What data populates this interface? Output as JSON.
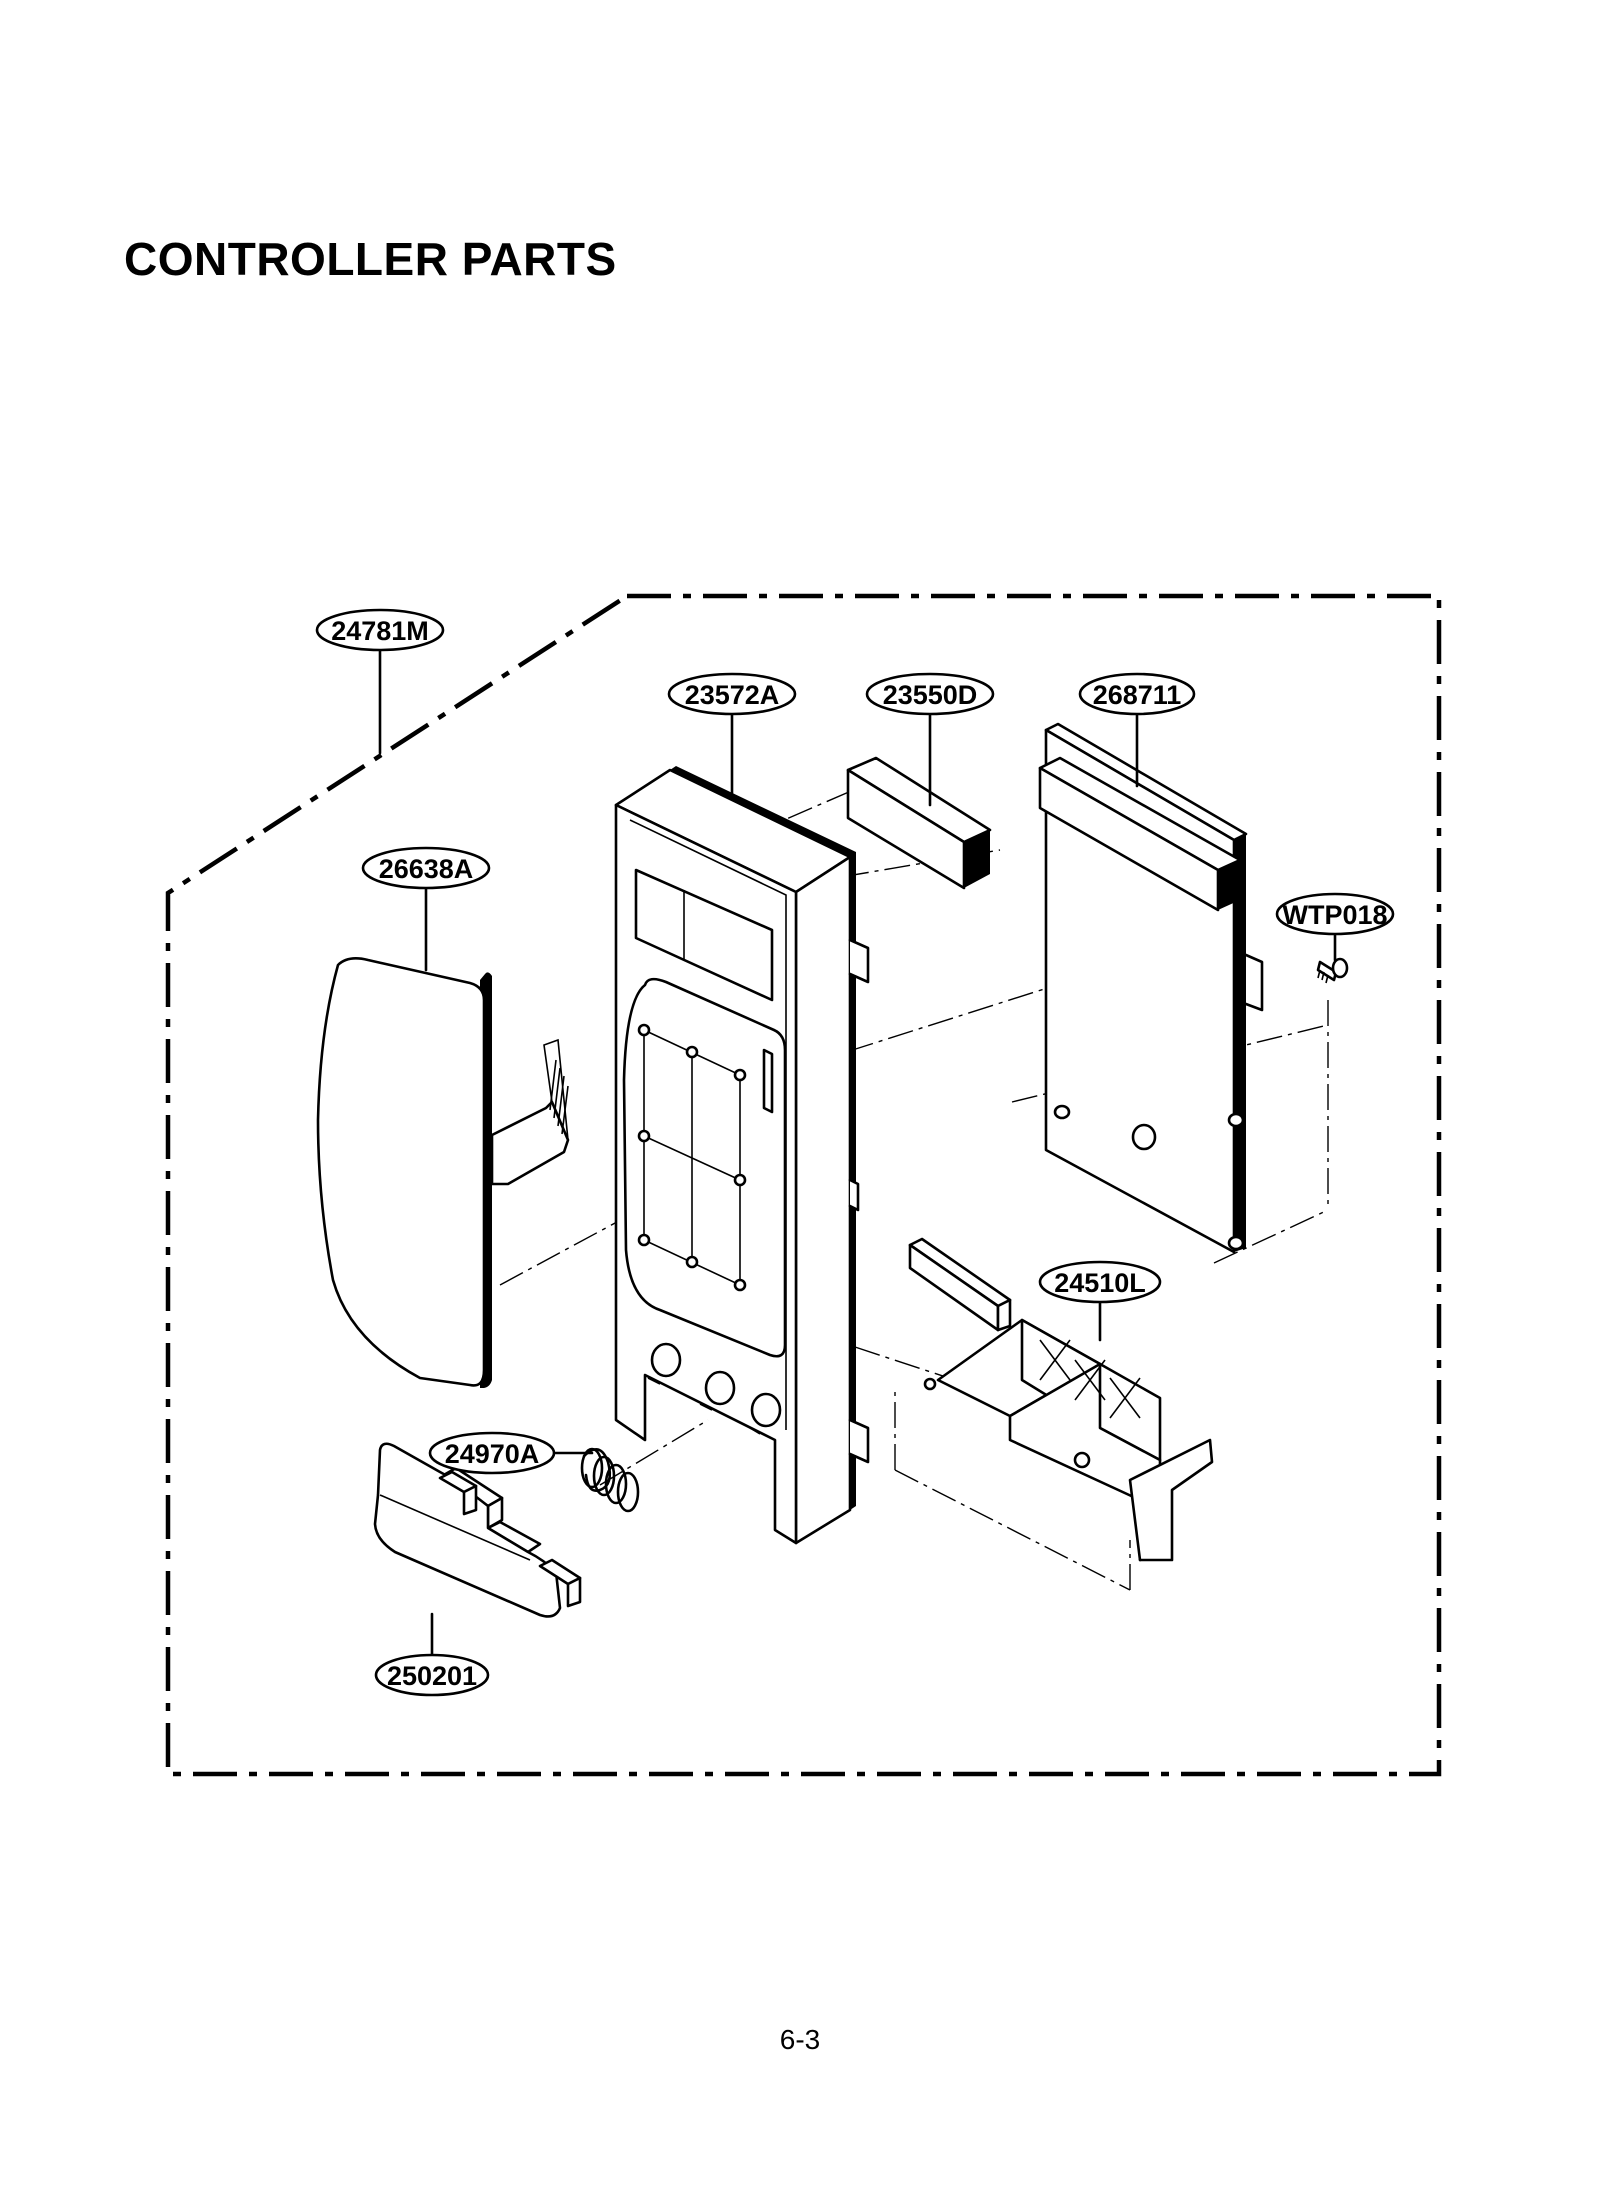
{
  "title": "CONTROLLER PARTS",
  "page_number": "6-3",
  "parts": [
    {
      "id": "p24781M",
      "label": "24781M"
    },
    {
      "id": "p23572A",
      "label": "23572A"
    },
    {
      "id": "p23550D",
      "label": "23550D"
    },
    {
      "id": "p268711",
      "label": "268711"
    },
    {
      "id": "p26638A",
      "label": "26638A"
    },
    {
      "id": "pWTP018",
      "label": "WTP018"
    },
    {
      "id": "p24510L",
      "label": "24510L"
    },
    {
      "id": "p24970A",
      "label": "24970A"
    },
    {
      "id": "p250201",
      "label": "250201"
    }
  ]
}
